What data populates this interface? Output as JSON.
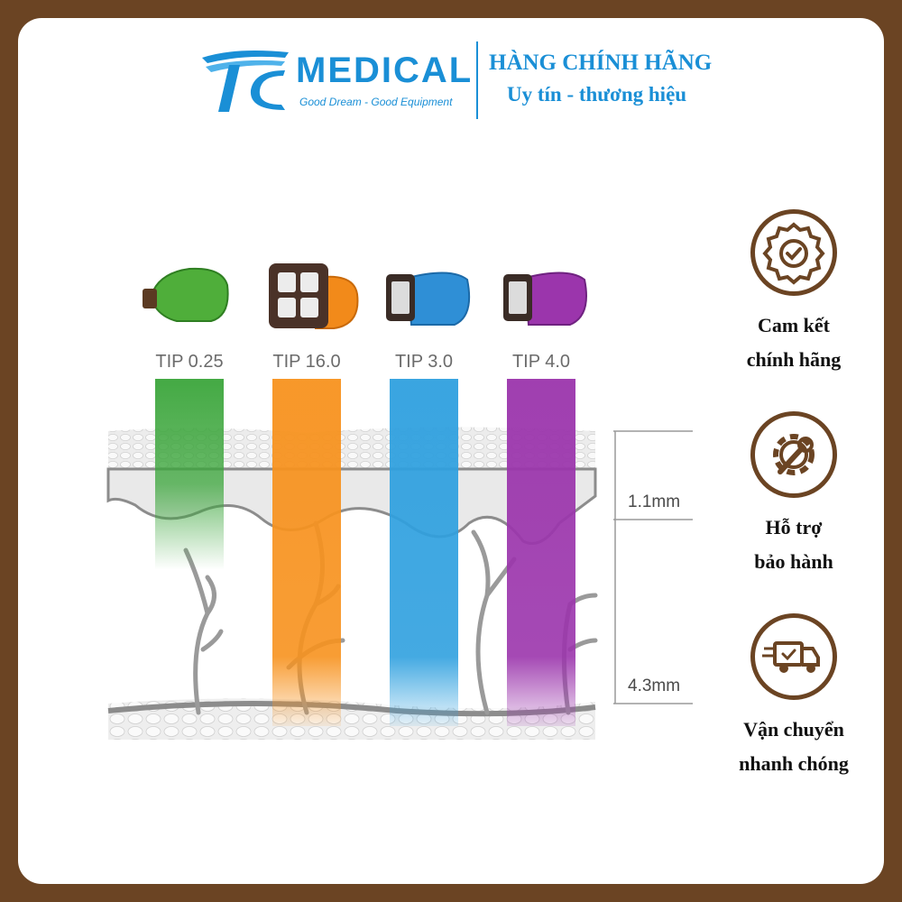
{
  "header": {
    "brand_name": "MEDICAL",
    "brand_tagline": "Good Dream - Good Equipment",
    "title": "HÀNG CHÍNH HÃNG",
    "subtitle": "Uy tín - thương hiệu"
  },
  "tips": [
    {
      "label": "TIP 0.25",
      "color": "#3aa53a",
      "depth_fraction": 0.19
    },
    {
      "label": "TIP 16.0",
      "color": "#f7921e",
      "depth_fraction": 1.0
    },
    {
      "label": "TIP 3.0",
      "color": "#2fa0df",
      "depth_fraction": 1.0
    },
    {
      "label": "TIP 4.0",
      "color": "#9b35ac",
      "depth_fraction": 1.0
    }
  ],
  "depths": {
    "shallow": "1.1mm",
    "deep": "4.3mm"
  },
  "features": [
    {
      "icon": "badge-check-icon",
      "line1": "Cam kết",
      "line2": "chính hãng"
    },
    {
      "icon": "gear-wrench-icon",
      "line1": "Hỗ trợ",
      "line2": "bảo hành"
    },
    {
      "icon": "delivery-truck-icon",
      "line1": "Vận chuyển",
      "line2": "nhanh chóng"
    }
  ],
  "colors": {
    "brand_blue": "#1a8fd6",
    "frame_brown": "#6b4423"
  }
}
